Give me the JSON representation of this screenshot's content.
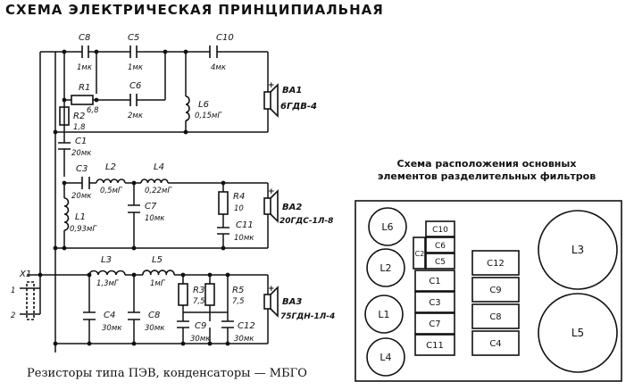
{
  "title": "СХЕМА ЭЛЕКТРИЧЕСКАЯ ПРИНЦИПИАЛЬНАЯ",
  "caption": "Резисторы типа ПЭВ, конденсаторы — МБГО",
  "layout_title_line1": "Схема расположения основных",
  "layout_title_line2": "элементов разделительных фильтров",
  "components": {
    "c8": {
      "name": "C8",
      "value": "1мк"
    },
    "c5": {
      "name": "C5",
      "value": "1мк"
    },
    "c10": {
      "name": "C10",
      "value": "4мк"
    },
    "r1": {
      "name": "R1",
      "value": "6,8"
    },
    "c6": {
      "name": "C6",
      "value": "2мк"
    },
    "r2": {
      "name": "R2",
      "value": "1,8"
    },
    "c1": {
      "name": "C1",
      "value": "20мк"
    },
    "l6": {
      "name": "L6",
      "value": "0,15мГ"
    },
    "c3": {
      "name": "C3",
      "value": "20мк"
    },
    "l2": {
      "name": "L2",
      "value": "0,5мГ"
    },
    "l4": {
      "name": "L4",
      "value": "0,22мГ"
    },
    "c7": {
      "name": "C7",
      "value": "10мк"
    },
    "l1": {
      "name": "L1",
      "value": "0,93мГ"
    },
    "r4": {
      "name": "R4",
      "value": "10"
    },
    "c11": {
      "name": "C11",
      "value": "10мк"
    },
    "l3": {
      "name": "L3",
      "value": "1,3мГ"
    },
    "l5": {
      "name": "L5",
      "value": "1мГ"
    },
    "r3": {
      "name": "R3",
      "value": "7,5"
    },
    "r5": {
      "name": "R5",
      "value": "7,5"
    },
    "c4": {
      "name": "C4",
      "value": "30мк"
    },
    "c8b": {
      "name": "C8",
      "value": "30мк"
    },
    "c9": {
      "name": "C9",
      "value": "30мк"
    },
    "c12": {
      "name": "C12",
      "value": "30мк"
    }
  },
  "speakers": {
    "ba1": {
      "name": "BA1",
      "type": "6ГДВ-4"
    },
    "ba2": {
      "name": "BA2",
      "type": "20ГДС-1Л-8"
    },
    "ba3": {
      "name": "BA3",
      "type": "75ГДН-1Л-4"
    }
  },
  "connector": {
    "name": "X1",
    "pin1": "1",
    "pin2": "2"
  },
  "polarity": "+",
  "layout_labels": {
    "l6": "L6",
    "l2": "L2",
    "l1": "L1",
    "l4": "L4",
    "c10": "C10",
    "c6": "C6",
    "c5": "C5",
    "c2": "C2",
    "c1": "C1",
    "c3": "C3",
    "c7": "C7",
    "c11": "C11",
    "c12": "C12",
    "c9": "C9",
    "c8": "C8",
    "c4": "C4",
    "l3": "L3",
    "l5": "L5"
  }
}
